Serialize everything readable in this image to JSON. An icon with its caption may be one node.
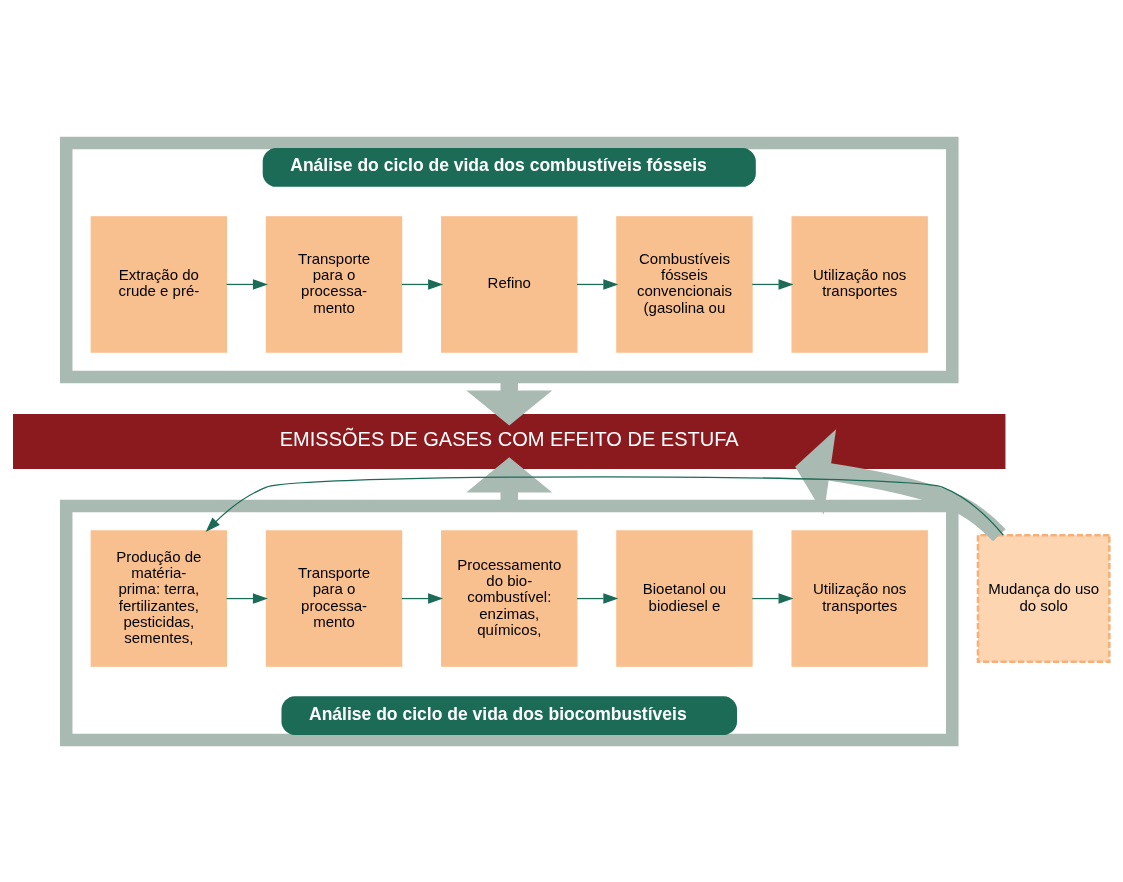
{
  "diagram": {
    "nodes": [
      {
        "text": [
          "Análise do ciclo de vida dos combustíveis fósseis"
        ]
      },
      {
        "text": [
          "Extração do crude e pré-"
        ],
        "in": 0
      },
      {
        "text": [
          "Transporte para o processa- mento"
        ],
        "in": 0
      },
      {
        "text": [
          "Refino"
        ],
        "in": 0
      },
      {
        "text": [
          "Combustíveis fósseis convencionais (gasolina ou"
        ],
        "in": 0
      },
      {
        "text": [
          "Utilização nos transportes"
        ],
        "in": 0
      },
      {
        "text": [
          "EMISSÕES DE GASES COM EFEITO DE ESTUFA"
        ]
      },
      {
        "text": [
          "Análise do ciclo de vida dos biocombustíveis"
        ]
      },
      {
        "text": [
          "Mudança do uso do solo"
        ]
      },
      {
        "text": [
          "Produção de matéria- prima: terra, fertilizantes, pesticidas, sementes,"
        ],
        "in": 7
      },
      {
        "text": [
          "Transporte para o processa- mento"
        ],
        "in": 7
      },
      {
        "text": [
          "Processamento do bio- combustível: enzimas, químicos,"
        ],
        "in": 7
      },
      {
        "text": [
          "Bioetanol ou biodiesel e"
        ],
        "in": 7
      },
      {
        "text": [
          "Utilização nos transportes"
        ],
        "in": 7
      }
    ],
    "edges": [
      {
        "from": 1,
        "to": 2,
        "arrow": "to"
      },
      {
        "from": 2,
        "to": 3,
        "arrow": "to"
      },
      {
        "from": 3,
        "to": 4,
        "arrow": "to"
      },
      {
        "from": 4,
        "to": 5,
        "arrow": "to"
      },
      {
        "from": 0,
        "to": 6,
        "arrow": "to",
        "style": "thick",
        "color": "#a9bab2"
      },
      {
        "from": 7,
        "to": 6,
        "arrow": "to",
        "style": "thick",
        "color": "#a9bab2"
      },
      {
        "from": 8,
        "to": 6,
        "arrow": "to",
        "style": "thick",
        "color": "#a9bab2"
      },
      {
        "from": 8,
        "to": 9,
        "arrow": "to"
      },
      {
        "from": 9,
        "to": 10,
        "arrow": "to"
      },
      {
        "from": 10,
        "to": 11,
        "arrow": "to"
      },
      {
        "from": 11,
        "to": 12,
        "arrow": "to"
      },
      {
        "from": 12,
        "to": 13,
        "arrow": "to"
      }
    ]
  }
}
